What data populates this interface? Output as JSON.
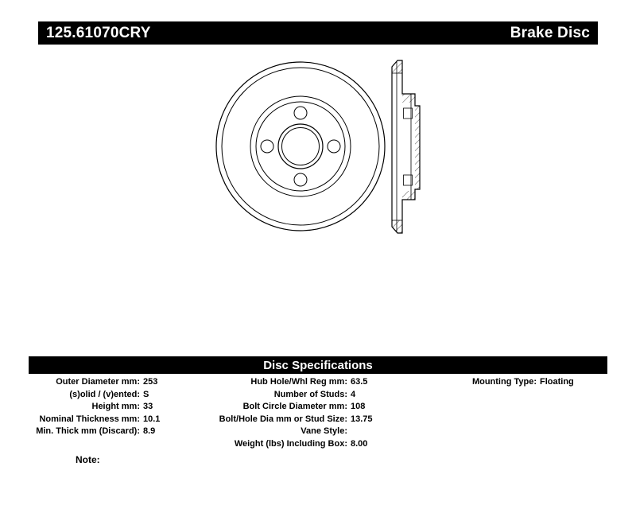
{
  "header": {
    "part_number": "125.61070CRY",
    "product_type": "Brake Disc"
  },
  "colors": {
    "bar_background": "#000000",
    "bar_text": "#ffffff"
  },
  "drawing": {
    "description": "brake disc front view and side cross-section"
  },
  "specs": {
    "title": "Disc Specifications",
    "left": [
      {
        "label": "Outer Diameter mm:",
        "value": "253"
      },
      {
        "label": "(s)olid / (v)ented:",
        "value": "S"
      },
      {
        "label": "Height mm:",
        "value": "33"
      },
      {
        "label": "Nominal Thickness mm:",
        "value": "10.1"
      },
      {
        "label": "Min. Thick mm (Discard):",
        "value": "8.9"
      }
    ],
    "middle": [
      {
        "label": "Hub Hole/Whl Reg mm:",
        "value": "63.5"
      },
      {
        "label": "Number of Studs:",
        "value": "4"
      },
      {
        "label": "Bolt Circle Diameter mm:",
        "value": "108"
      },
      {
        "label": "Bolt/Hole Dia mm or Stud Size:",
        "value": "13.75"
      },
      {
        "label": "Vane Style:",
        "value": ""
      },
      {
        "label": "Weight (lbs) Including Box:",
        "value": "8.00"
      }
    ],
    "right": [
      {
        "label": "Mounting Type:",
        "value": "Floating"
      }
    ]
  },
  "note_label": "Note:"
}
